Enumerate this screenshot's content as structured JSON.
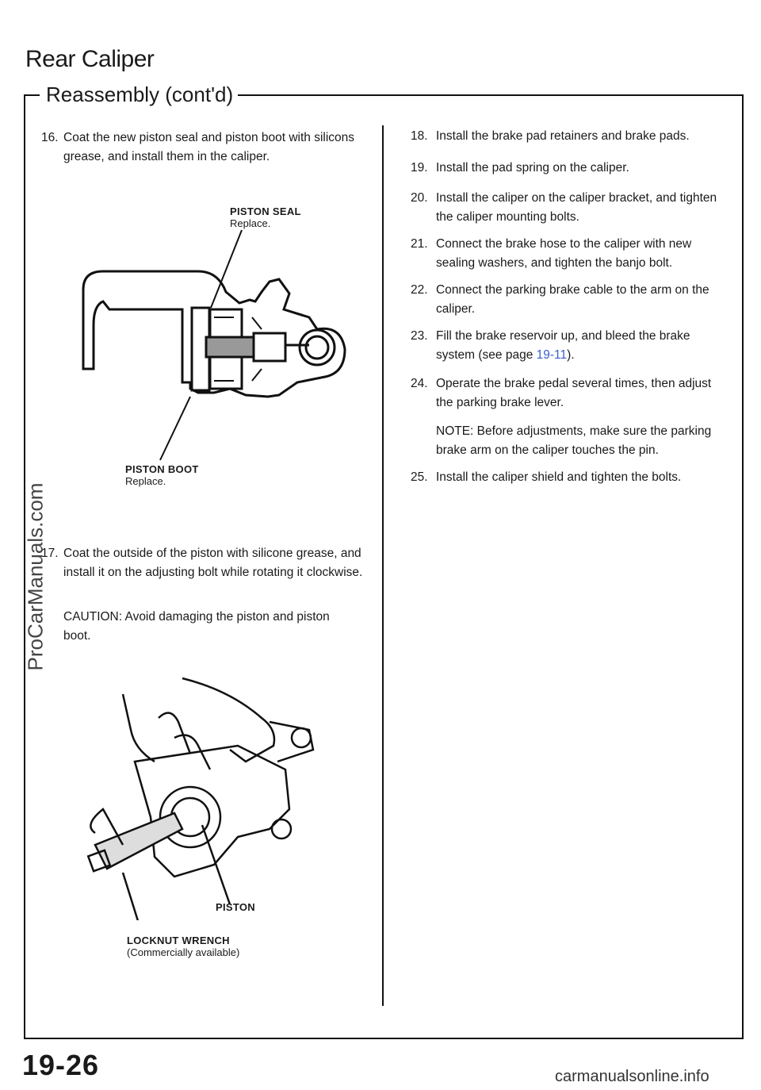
{
  "header": {
    "title": "Rear Caliper",
    "subtitle": "Reassembly (cont'd)"
  },
  "left_steps": [
    {
      "num": "16.",
      "text": "Coat the new piston seal and piston boot with silicons grease, and install them in the caliper."
    },
    {
      "num": "17.",
      "text": "Coat the outside of the piston with silicone grease, and install it on the adjusting bolt while rotating it clockwise."
    }
  ],
  "caution": "CAUTION: Avoid damaging the piston and piston boot.",
  "figure1": {
    "seal_label": "PISTON SEAL",
    "seal_sub": "Replace.",
    "boot_label": "PISTON BOOT",
    "boot_sub": "Replace."
  },
  "figure2": {
    "piston_label": "PISTON",
    "wrench_label": "LOCKNUT WRENCH",
    "wrench_sub": "(Commercially available)"
  },
  "right_steps": [
    {
      "num": "18.",
      "text": "Install the brake pad retainers and brake pads."
    },
    {
      "num": "19.",
      "text": "Install the pad spring on the caliper."
    },
    {
      "num": "20.",
      "text": "Install the caliper on the caliper bracket, and tighten the caliper mounting bolts."
    },
    {
      "num": "21.",
      "text": "Connect the brake hose to the caliper with new sealing washers, and tighten the banjo bolt."
    },
    {
      "num": "22.",
      "text": "Connect the parking brake cable to the arm on the caliper."
    },
    {
      "num": "23.",
      "text_before": "Fill the brake reservoir up, and bleed the brake system (see page ",
      "link": "19-11",
      "text_after": ")."
    },
    {
      "num": "24.",
      "text": "Operate the brake pedal several times, then adjust the parking brake lever."
    },
    {
      "num": "25.",
      "text": "Install the caliper shield and tighten the bolts."
    }
  ],
  "note": "NOTE: Before adjustments, make sure the parking brake arm on the caliper touches the pin.",
  "footer": {
    "page_number": "19-26",
    "watermark_left": "ProCarManuals.com",
    "watermark_bottom": "carmanualsonline.info"
  },
  "colors": {
    "link": "#3a5fcd",
    "text": "#1a1a1a"
  }
}
